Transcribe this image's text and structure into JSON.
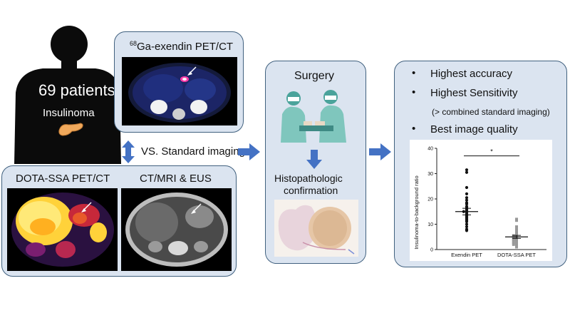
{
  "patients": {
    "count_label": "69 patients",
    "tumor_label": "Insulinoma"
  },
  "exendin_panel": {
    "title_sup": "68",
    "title_rest": "Ga-exendin PET/CT"
  },
  "comparison": {
    "label": "VS. Standard imaging"
  },
  "bottom_panel": {
    "left_title": "DOTA-SSA PET/CT",
    "right_title": "CT/MRI & EUS"
  },
  "surgery_panel": {
    "title": "Surgery",
    "histo_line1": "Histopathologic",
    "histo_line2": "confirmation"
  },
  "results_panel": {
    "bullet1": "Highest accuracy",
    "bullet2": "Highest Sensitivity",
    "bullet2_note": "(> combined standard imaging)",
    "bullet3": "Best image quality"
  },
  "chart_data": {
    "type": "scatter",
    "categories": [
      "Exendin PET",
      "DOTA-SSA PET"
    ],
    "ylabel": "Insulinoma-to-background ratio",
    "ylim": [
      0,
      40
    ],
    "yticks": [
      0,
      10,
      20,
      30,
      40
    ],
    "significance": "*",
    "series": [
      {
        "values": [
          31.5,
          30.5,
          24.5,
          22,
          20.5,
          19.5,
          18.5,
          18,
          17,
          16.5,
          16,
          15.5,
          15,
          15,
          14.5,
          14,
          13.5,
          13,
          12.5,
          12,
          11.5,
          11,
          10,
          9,
          8,
          7.5
        ],
        "mean": 15,
        "sem": 1.3,
        "color": "#111111"
      },
      {
        "values": [
          12,
          11.5,
          9,
          8.5,
          8,
          7.5,
          7,
          6.5,
          6,
          5.5,
          5.5,
          5,
          5,
          4.5,
          4.5,
          4,
          4,
          3.5,
          3.5,
          3,
          3,
          2.5,
          2.5,
          2,
          2,
          1.5,
          1
        ],
        "mean": 5,
        "sem": 0.6,
        "color": "#999999"
      }
    ]
  },
  "colors": {
    "panel_fill": "#dbe4f0",
    "panel_border": "#41617f",
    "arrow": "#4472c4",
    "silhouette": "#0b0b0b",
    "insulinoma": "#f0a95c"
  }
}
